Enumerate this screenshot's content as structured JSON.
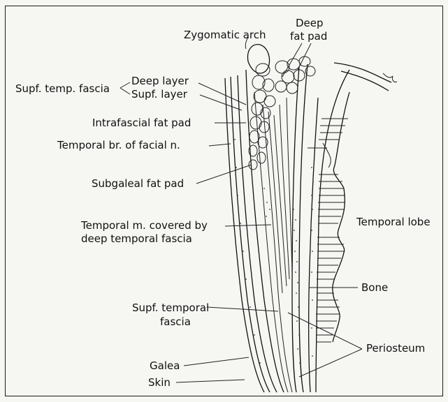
{
  "labels": {
    "zygomatic_arch": "Zygomatic arch",
    "deep_fat_pad_1": "Deep",
    "deep_fat_pad_2": "fat pad",
    "supf_temp_fascia": "Supf. temp. fascia",
    "deep_layer": "Deep layer",
    "supf_layer": "Supf. layer",
    "intrafascial_fat_pad": "Intrafascial fat pad",
    "temporal_branch": "Temporal br. of facial n.",
    "subgaleal_fat_pad": "Subgaleal fat pad",
    "temporal_m_1": "Temporal m. covered by",
    "temporal_m_2": "deep temporal fascia",
    "temporal_lobe": "Temporal lobe",
    "bone": "Bone",
    "supf_temporal_fascia_1": "Supf. temporal",
    "supf_temporal_fascia_2": "fascia",
    "periosteum": "Periosteum",
    "galea": "Galea",
    "skin": "Skin"
  },
  "colors": {
    "ink": "#111111",
    "paper": "#f6f6f3"
  }
}
